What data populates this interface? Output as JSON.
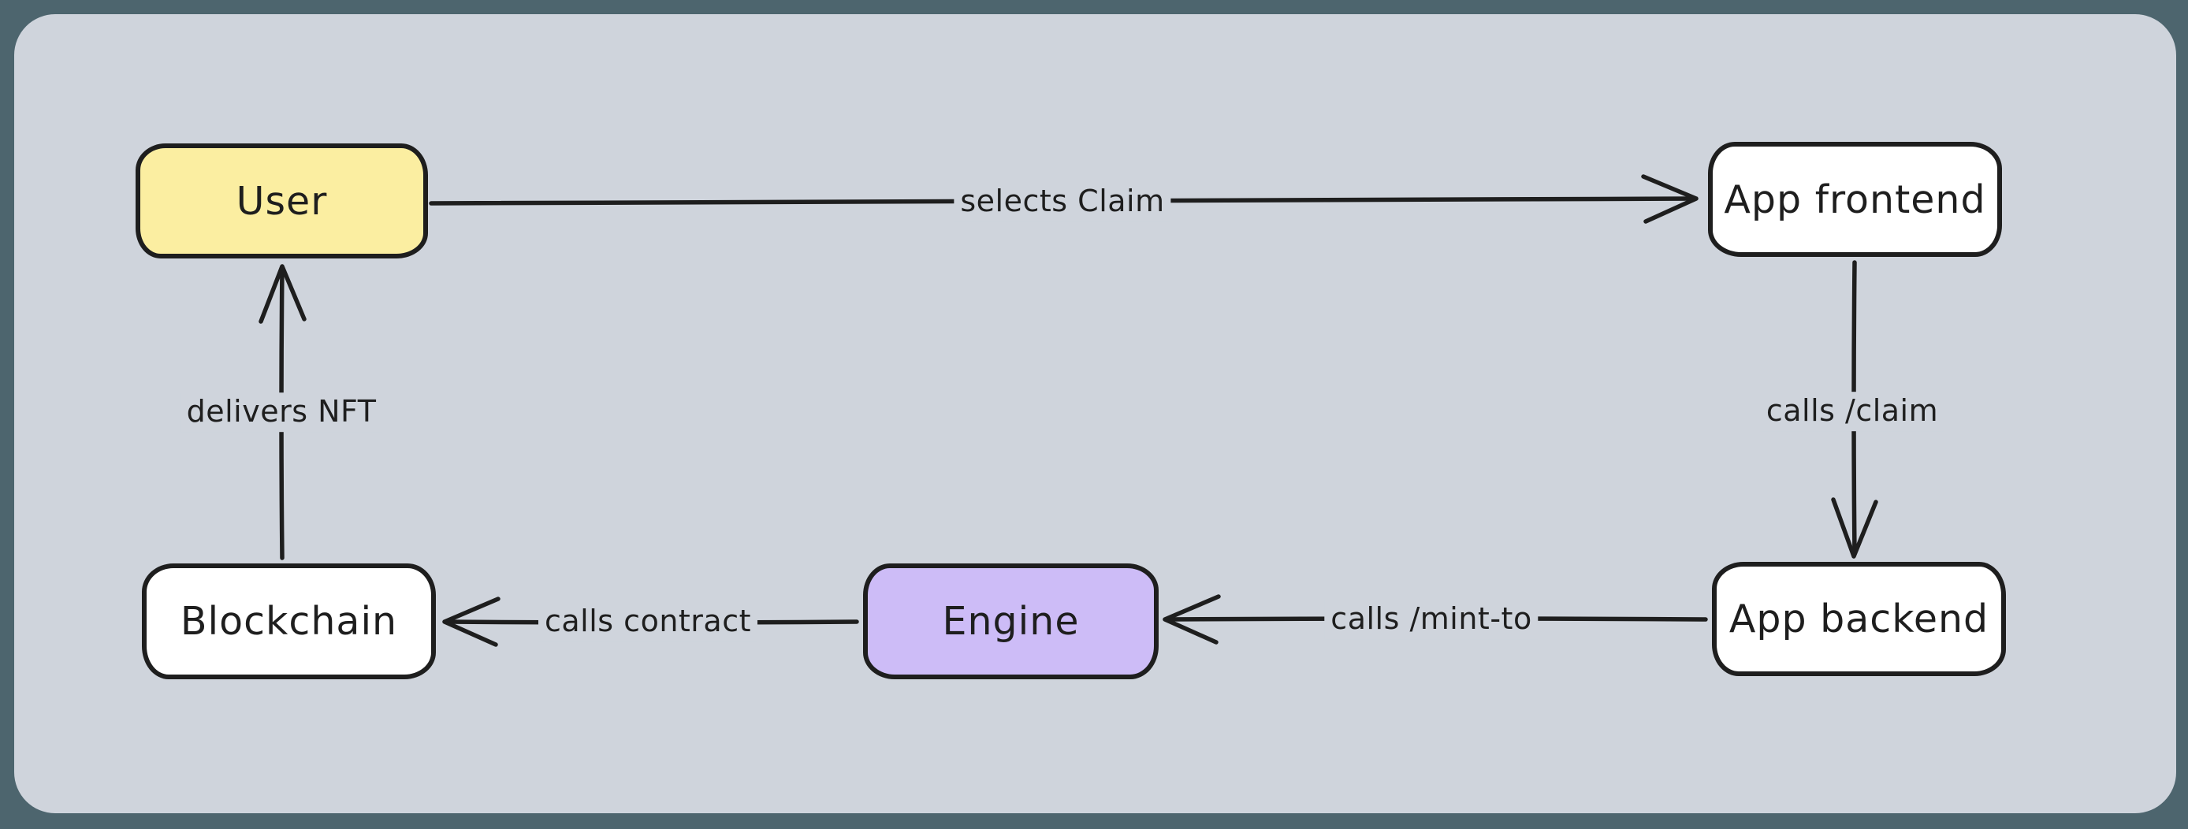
{
  "canvas": {
    "frame_color": "#4d656e",
    "background_color": "#cfd4dc",
    "stroke_color": "#1e1e1e"
  },
  "nodes": [
    {
      "id": "user",
      "label": "User",
      "fill": "#fbeea1"
    },
    {
      "id": "app-frontend",
      "label": "App frontend",
      "fill": "#ffffff"
    },
    {
      "id": "app-backend",
      "label": "App backend",
      "fill": "#ffffff"
    },
    {
      "id": "engine",
      "label": "Engine",
      "fill": "#cdbcf7"
    },
    {
      "id": "blockchain",
      "label": "Blockchain",
      "fill": "#ffffff"
    }
  ],
  "edges": [
    {
      "id": "user-to-frontend",
      "from": "user",
      "to": "app-frontend",
      "label": "selects Claim"
    },
    {
      "id": "frontend-to-backend",
      "from": "app-frontend",
      "to": "app-backend",
      "label": "calls /claim"
    },
    {
      "id": "backend-to-engine",
      "from": "app-backend",
      "to": "engine",
      "label": "calls /mint-to"
    },
    {
      "id": "engine-to-blockchain",
      "from": "engine",
      "to": "blockchain",
      "label": "calls contract"
    },
    {
      "id": "blockchain-to-user",
      "from": "blockchain",
      "to": "user",
      "label": "delivers NFT"
    }
  ]
}
